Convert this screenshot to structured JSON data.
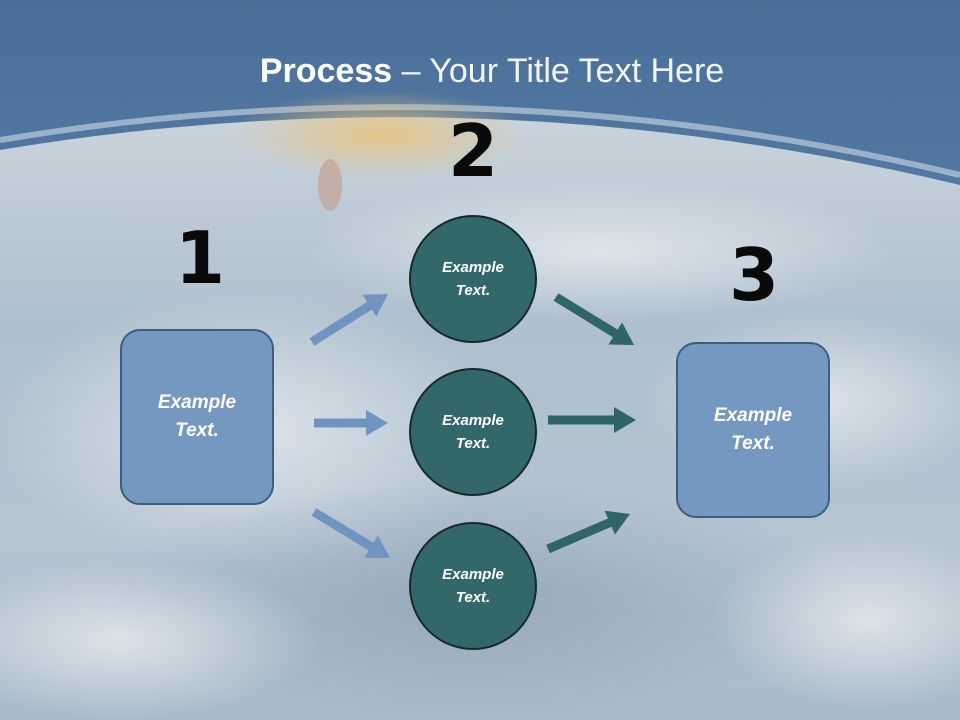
{
  "slide": {
    "title_bold": "Process",
    "title_rest": " – Your Title Text Here",
    "colors": {
      "left_box_fill": "#7598c0",
      "circle_fill": "#33686a",
      "left_arrow": "#6f94bf",
      "right_arrow": "#2f6566"
    }
  },
  "steps": {
    "one": "1",
    "two": "2",
    "three": "3"
  },
  "left_box": {
    "text": "Example Text."
  },
  "circles": [
    {
      "text": "Example Text."
    },
    {
      "text": "Example Text."
    },
    {
      "text": "Example Text."
    }
  ],
  "right_box": {
    "text": "Example Text."
  }
}
